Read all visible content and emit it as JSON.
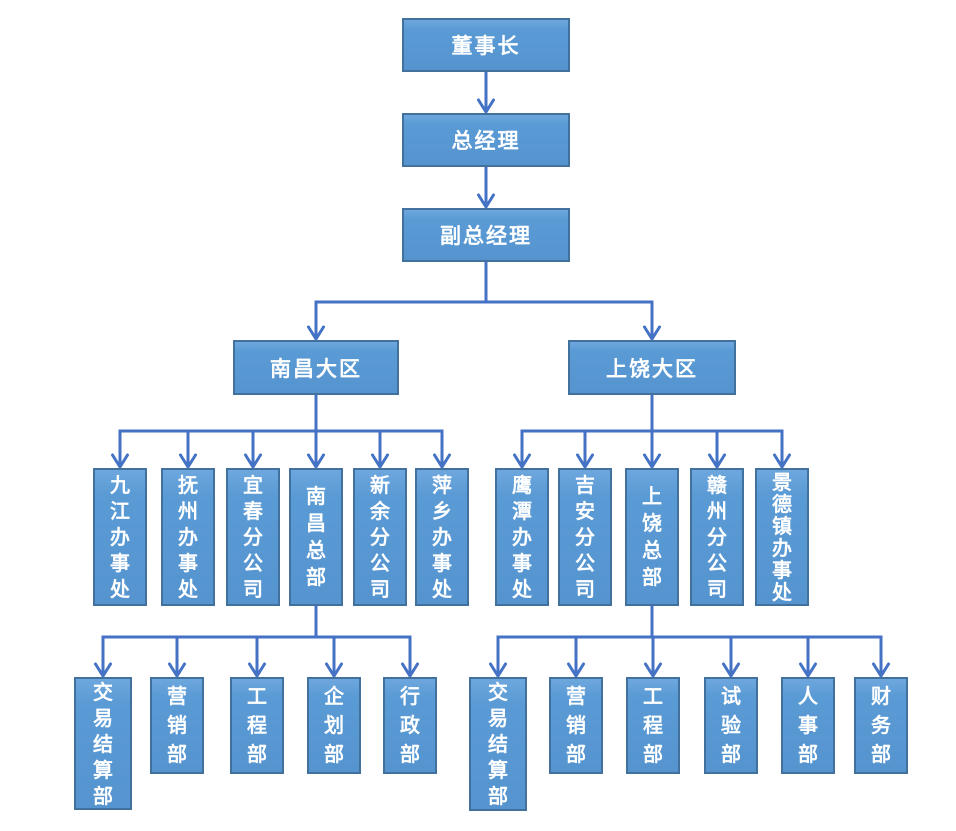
{
  "diagram": {
    "type": "org-chart",
    "colors": {
      "node_fill": "#5b9bd5",
      "node_border": "#41719c",
      "connector": "#4472c4",
      "text": "#ffffff",
      "background": "#ffffff"
    },
    "nodes": [
      {
        "id": "chairman",
        "label": "董事长"
      },
      {
        "id": "gm",
        "label": "总经理"
      },
      {
        "id": "dgm",
        "label": "副总经理"
      },
      {
        "id": "nanchang-region",
        "label": "南昌大区"
      },
      {
        "id": "shangrao-region",
        "label": "上饶大区"
      },
      {
        "id": "jiujiang",
        "label": "九江办事处"
      },
      {
        "id": "fuzhou",
        "label": "抚州办事处"
      },
      {
        "id": "yichun",
        "label": "宜春分公司"
      },
      {
        "id": "nanchang-hq",
        "label": "南昌总部"
      },
      {
        "id": "xinyu",
        "label": "新余分公司"
      },
      {
        "id": "pingxiang",
        "label": "萍乡办事处"
      },
      {
        "id": "yingtan",
        "label": "鹰潭办事处"
      },
      {
        "id": "jian",
        "label": "吉安分公司"
      },
      {
        "id": "shangrao-hq",
        "label": "上饶总部"
      },
      {
        "id": "ganzhou",
        "label": "赣州分公司"
      },
      {
        "id": "jingdezhen",
        "label": "景德镇办事处"
      },
      {
        "id": "nc-settlement",
        "label": "交易结算部"
      },
      {
        "id": "nc-marketing",
        "label": "营销部"
      },
      {
        "id": "nc-engineering",
        "label": "工程部"
      },
      {
        "id": "nc-planning",
        "label": "企划部"
      },
      {
        "id": "nc-admin",
        "label": "行政部"
      },
      {
        "id": "sr-settlement",
        "label": "交易结算部"
      },
      {
        "id": "sr-marketing",
        "label": "营销部"
      },
      {
        "id": "sr-engineering",
        "label": "工程部"
      },
      {
        "id": "sr-testing",
        "label": "试验部"
      },
      {
        "id": "sr-hr",
        "label": "人事部"
      },
      {
        "id": "sr-finance",
        "label": "财务部"
      }
    ],
    "edges": [
      {
        "from": "chairman",
        "to": "gm"
      },
      {
        "from": "gm",
        "to": "dgm"
      },
      {
        "from": "dgm",
        "to": "nanchang-region"
      },
      {
        "from": "dgm",
        "to": "shangrao-region"
      },
      {
        "from": "nanchang-region",
        "to": "jiujiang"
      },
      {
        "from": "nanchang-region",
        "to": "fuzhou"
      },
      {
        "from": "nanchang-region",
        "to": "yichun"
      },
      {
        "from": "nanchang-region",
        "to": "nanchang-hq"
      },
      {
        "from": "nanchang-region",
        "to": "xinyu"
      },
      {
        "from": "nanchang-region",
        "to": "pingxiang"
      },
      {
        "from": "shangrao-region",
        "to": "yingtan"
      },
      {
        "from": "shangrao-region",
        "to": "jian"
      },
      {
        "from": "shangrao-region",
        "to": "shangrao-hq"
      },
      {
        "from": "shangrao-region",
        "to": "ganzhou"
      },
      {
        "from": "shangrao-region",
        "to": "jingdezhen"
      },
      {
        "from": "nanchang-hq",
        "to": "nc-settlement"
      },
      {
        "from": "nanchang-hq",
        "to": "nc-marketing"
      },
      {
        "from": "nanchang-hq",
        "to": "nc-engineering"
      },
      {
        "from": "nanchang-hq",
        "to": "nc-planning"
      },
      {
        "from": "nanchang-hq",
        "to": "nc-admin"
      },
      {
        "from": "shangrao-hq",
        "to": "sr-settlement"
      },
      {
        "from": "shangrao-hq",
        "to": "sr-marketing"
      },
      {
        "from": "shangrao-hq",
        "to": "sr-engineering"
      },
      {
        "from": "shangrao-hq",
        "to": "sr-testing"
      },
      {
        "from": "shangrao-hq",
        "to": "sr-hr"
      },
      {
        "from": "shangrao-hq",
        "to": "sr-finance"
      }
    ]
  }
}
